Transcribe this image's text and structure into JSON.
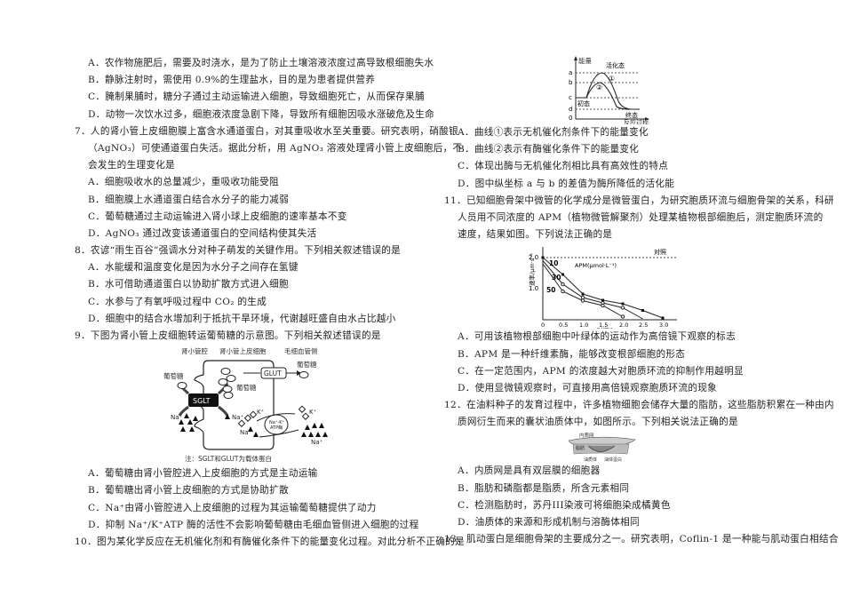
{
  "left_column": {
    "q6_options": [
      "A．农作物施肥后，需要及时浇水，是为了防止土壤溶液浓度过高导致根细胞失水",
      "B．静脉注射时，需使用 0.9%的生理盐水，目的是为患者提供营养",
      "C．腌制果脯时，糖分子通过主动运输进入细胞，导致细胞死亡，从而保存果脯",
      "D．动物一次饮水过多，细胞液浓度急剧下降，导致所有细胞因吸水涨破危及生命"
    ],
    "q7": {
      "lines": [
        "7．人的肾小管上皮细胞膜上富含水通道蛋白，对其重吸收水至关重要。研究表明，硝酸银",
        "（AgNO₃）可使通道蛋白失活。据此分析，用 AgNO₃ 溶液处理肾小管上皮细胞后，不",
        "会发生的生理变化是"
      ],
      "options": [
        "A．细胞吸收水的总量减少，重吸收功能受阻",
        "B．细胞膜上水通道蛋白结合水分子的能力减弱",
        "C．葡萄糖通过主动运输进入肾小球上皮细胞的速率基本不变",
        "D．AgNO₃ 通过改变该通道蛋白的空间结构使其失活"
      ]
    },
    "q8": {
      "lines": [
        "8．农谚“雨生百谷”强调水分对种子萌发的关键作用。下列相关叙述错误的是"
      ],
      "options": [
        "A．水能缓和温度变化是因为水分子之间存在氢键",
        "B．水可借助通道蛋白以协助扩散方式进入细胞",
        "C．水参与了有氧呼吸过程中 CO₂ 的生成",
        "D．细胞中的结合水增加利于抵抗干旱环境，代谢越旺盛自由水占比越小"
      ]
    },
    "q9": {
      "lines": [
        "9．下图为肾小管上皮细胞转运葡萄糖的示意图。下列相关叙述错误的是"
      ],
      "figure": {
        "label_lumen": "肾小管腔",
        "label_cell": "肾小管上皮细胞",
        "label_capillary": "毛细血管侧",
        "glucose": "葡萄糖",
        "sglt": "SGLT",
        "glut": "GLUT",
        "na": "Na⁺",
        "k": "K⁺",
        "pump": "Na⁺-K⁺ ATP酶",
        "note": "注：SGLT和GLUT为载体蛋白"
      },
      "options": [
        "A．葡萄糖由肾小管腔进入上皮细胞的方式是主动运输",
        "B．葡萄糖出肾小管上皮细胞的方式是协助扩散",
        "C．Na⁺由肾小管腔进入上皮细胞的过程为其运输葡萄糖提供了动力",
        "D．抑制 Na⁺/K⁺ATP 酶的活性不会影响葡萄糖由毛细血管侧进入细胞的过程"
      ]
    },
    "q10": {
      "lines": [
        "10．图为某化学反应在无机催化剂和有酶催化条件下的能量变化过程。对此分析不正确的是"
      ]
    }
  },
  "right_column": {
    "q10_figure": {
      "ylabel": "能量",
      "xlabel": "反应过程",
      "ticks": [
        "a",
        "b",
        "c",
        "d",
        "0"
      ],
      "activated": "活化态",
      "initial": "初态",
      "final": "终态",
      "curve1": "①",
      "curve2": "②"
    },
    "q10_options": [
      "A．曲线①表示无机催化剂条件下的能量变化",
      "B．曲线②表示有酶催化条件下的能量变化",
      "C．体现出酶与无机催化剂相比具有高效性的特点",
      "D．图中纵坐标 a 与 b 的差值为酶所降低的活化能"
    ],
    "q11": {
      "lines": [
        "11．已知细胞骨架中微管的化学成分是微管蛋白，为研究胞质环流与细胞骨架的关系，科研",
        "人员用不同浓度的 APM（植物微管解聚剂）处理某植物根部细胞后，测定胞质环流的",
        "速度，结果如图。下列说法正确的是"
      ],
      "options": [
        "A．可用该植物根部细胞中叶绿体的运动作为高倍镜下观察的标志",
        "B．APM 是一种纤维素酶，能够改变根部细胞的形态",
        "C．在一定范围内，APM 的浓度越大对胞质环流的抑制作用越明显",
        "D．使用显微镜观察时，可直接用高倍镜观察胞质环流的现象"
      ]
    },
    "q12": {
      "lines": [
        "12．在油料种子的发育过程中，许多植物细胞会储存大量的脂肪，这些脂肪积累在一种由内",
        "质网衍生而来的囊状油质体中，如图所示。下列相关说法正确的是"
      ],
      "figure": {
        "er": "内质网",
        "fat": "脂肪",
        "oil_body": "油质体",
        "oleosin": "油体蛋白"
      },
      "options": [
        "A．内质网是具有双层膜的细胞器",
        "B．脂肪和磷脂都是脂质，所含元素相同",
        "C．检测脂肪时，苏丹III染液可将细胞染成橘黄色",
        "D．油质体的来源和形成机制与溶酶体相同"
      ]
    },
    "q13": {
      "lines": [
        "13．肌动蛋白是细胞骨架的主要成分之一。研究表明，Coflin-1 是一种能与肌动蛋白相结合"
      ]
    }
  },
  "chart_data": {
    "type": "line",
    "title": "",
    "xlabel": "时间/h",
    "ylabel": "速率/μm·s⁻¹",
    "x": [
      0,
      0.5,
      1.0,
      1.5,
      2.0,
      2.5,
      3.0
    ],
    "x_ticks": [
      "0",
      "0.5",
      "1.0",
      "1.5",
      "2.0",
      "2.5",
      "3.0"
    ],
    "y_ticks": [
      "1.0",
      "2.0"
    ],
    "ylim": [
      0,
      2.2
    ],
    "legend_title": "APM(μmol·L⁻¹)",
    "series": [
      {
        "name": "对照",
        "values": [
          2.0,
          2.0,
          2.0,
          2.0,
          2.0,
          2.0,
          2.0
        ],
        "style": "dashed"
      },
      {
        "name": "10",
        "values": [
          2.0,
          1.45,
          0.82,
          0.62,
          0.52,
          0.3,
          0.05
        ]
      },
      {
        "name": "30",
        "values": [
          1.9,
          1.15,
          0.72,
          0.55,
          0.38,
          0.02,
          null
        ]
      },
      {
        "name": "50",
        "values": [
          1.8,
          0.92,
          0.62,
          0.45,
          0.1,
          null,
          null
        ]
      }
    ]
  }
}
